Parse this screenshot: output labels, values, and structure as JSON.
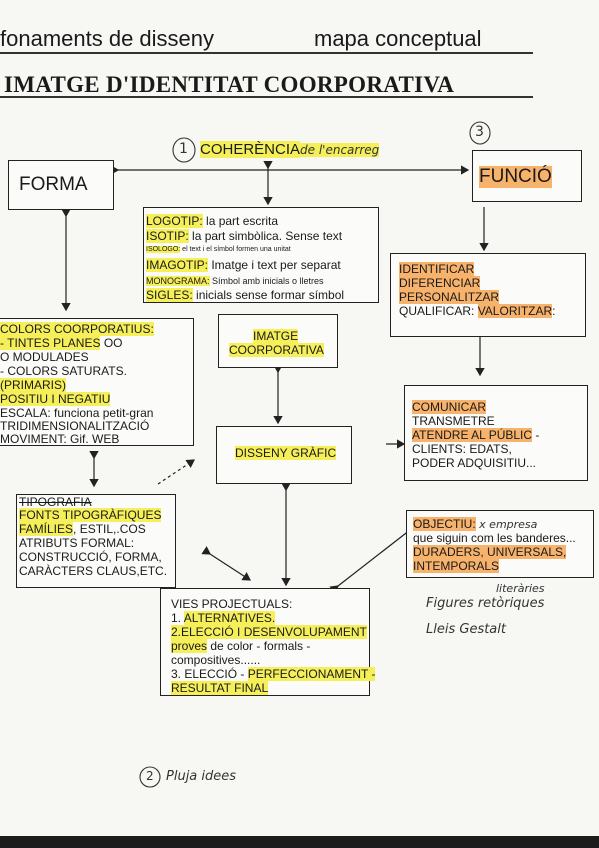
{
  "header": {
    "subject": "fonaments de disseny",
    "doc_type": "mapa conceptual",
    "title": "IMATGE D'IDENTITAT COORPORATIVA"
  },
  "markers": {
    "n1": "1",
    "n2": "2",
    "n3": "3"
  },
  "coherencia": {
    "label": "COHERÈNCIA",
    "hand": "de l'encarreg"
  },
  "forma": {
    "label": "FORMA"
  },
  "funcio": {
    "label": "FUNCIÓ"
  },
  "logotip_box": {
    "lines": [
      {
        "key": "LOGOTIP:",
        "rest": " la part escrita"
      },
      {
        "key": "ISOTIP:",
        "rest": " la part simbòlica. Sense text"
      },
      {
        "key": "ISOLOGO:",
        "rest": " el text i el símbol formen una unitat"
      },
      {
        "key": "IMAGOTIP:",
        "rest": " Imatge i text per separat"
      },
      {
        "key": "MONOGRAMA:",
        "rest": " Símbol amb inicials o lletres"
      },
      {
        "key": "SIGLES:",
        "rest": " inicials sense formar símbol"
      }
    ]
  },
  "funcio_list": {
    "l1": "IDENTIFICAR",
    "l2": "DIFERENCIAR",
    "l3": "PERSONALITZAR",
    "l4_pre": "QUALIFICAR: ",
    "l4_key": "VALORITZAR",
    "l4_post": ":"
  },
  "colors_box": {
    "l1": "COLORS COORPORATIUS:",
    "l2": "- TINTES PLANES",
    "l2b": " OO",
    "l3": "O MODULADES",
    "l4": "- COLORS SATURATS.",
    "l5": "(PRIMARIS)",
    "l6": "POSITIU I NEGATIU",
    "l7": "ESCALA: funciona petit-gran",
    "l8": "TRIDIMENSIONALITZACIÓ",
    "l9": "MOVIMENT: Gif.     WEB"
  },
  "imatge": {
    "l1": "IMATGE",
    "l2": "COORPORATIVA"
  },
  "comunicar_box": {
    "l1": "COMUNICAR",
    "l2": "TRANSMETRE",
    "l3": "ATENDRE AL PÚBLIC",
    "l3b": " -",
    "l4": "CLIENTS: EDATS,",
    "l5": "PODER ADQUISITIU..."
  },
  "disseny": {
    "label": "DISSENY GRÀFIC"
  },
  "tipografia_box": {
    "l1": "TIPOGRAFIA",
    "l2": "FONTS TIPOGRÀFIQUES",
    "l3": "FAMÍLIES",
    "l3b": ", ESTIL,.COS",
    "l4": "ATRIBUTS FORMAL:",
    "l5": "CONSTRUCCIÓ, FORMA,",
    "l6": "CARÀCTERS CLAUS,ETC."
  },
  "objectiu_box": {
    "key": "OBJECTIU:",
    "hand": " x empresa",
    "l2": "que siguin com les banderes...",
    "l3": "DURADERS, UNIVERSALS,",
    "l4": "INTEMPORALS"
  },
  "vies_box": {
    "l1": "VIES PROJECTUALS:",
    "l2a": "1. ",
    "l2b": "ALTERNATIVES.",
    "l3": "2.ELECCIÓ I DESENVOLUPAMENT",
    "l4a": "proves",
    "l4b": " de color - formals -",
    "l5": "compositives......",
    "l6a": "3. ELECCIÓ - ",
    "l6b": "PERFECCIONAMENT -",
    "l7": "RESULTAT FINAL"
  },
  "notes": {
    "literaries": "literàries",
    "figures": "Figures retòriques",
    "lleis": "Lleis Gestalt",
    "pluja": "Pluja idees"
  }
}
